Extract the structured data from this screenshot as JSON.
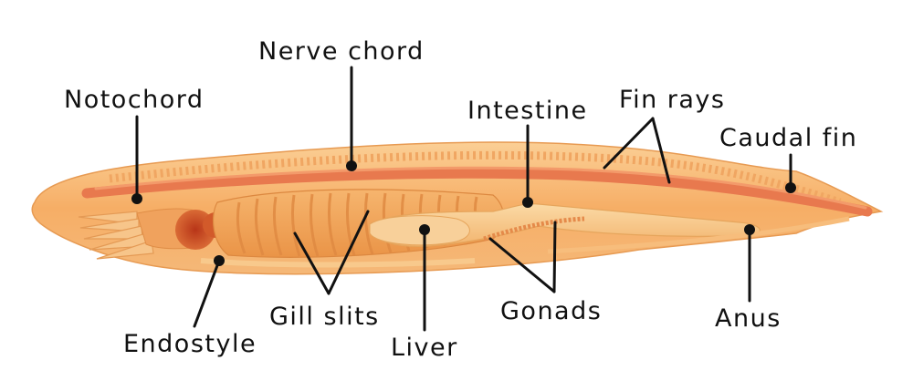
{
  "diagram": {
    "labels": {
      "nerve_chord": "Nerve chord",
      "notochord": "Notochord",
      "intestine": "Intestine",
      "fin_rays": "Fin rays",
      "caudal_fin": "Caudal fin",
      "endostyle": "Endostyle",
      "gill_slits": "Gill slits",
      "liver": "Liver",
      "gonads": "Gonads",
      "anus": "Anus"
    },
    "colors": {
      "body_outer": "#f6b069",
      "body_light": "#f9c98d",
      "body_dark": "#e58a3c",
      "nerve": "#e8794e",
      "pharynx": "#f2a055",
      "organ": "#f7c27e",
      "mouth": "#cf4a25",
      "text": "#111111"
    }
  }
}
